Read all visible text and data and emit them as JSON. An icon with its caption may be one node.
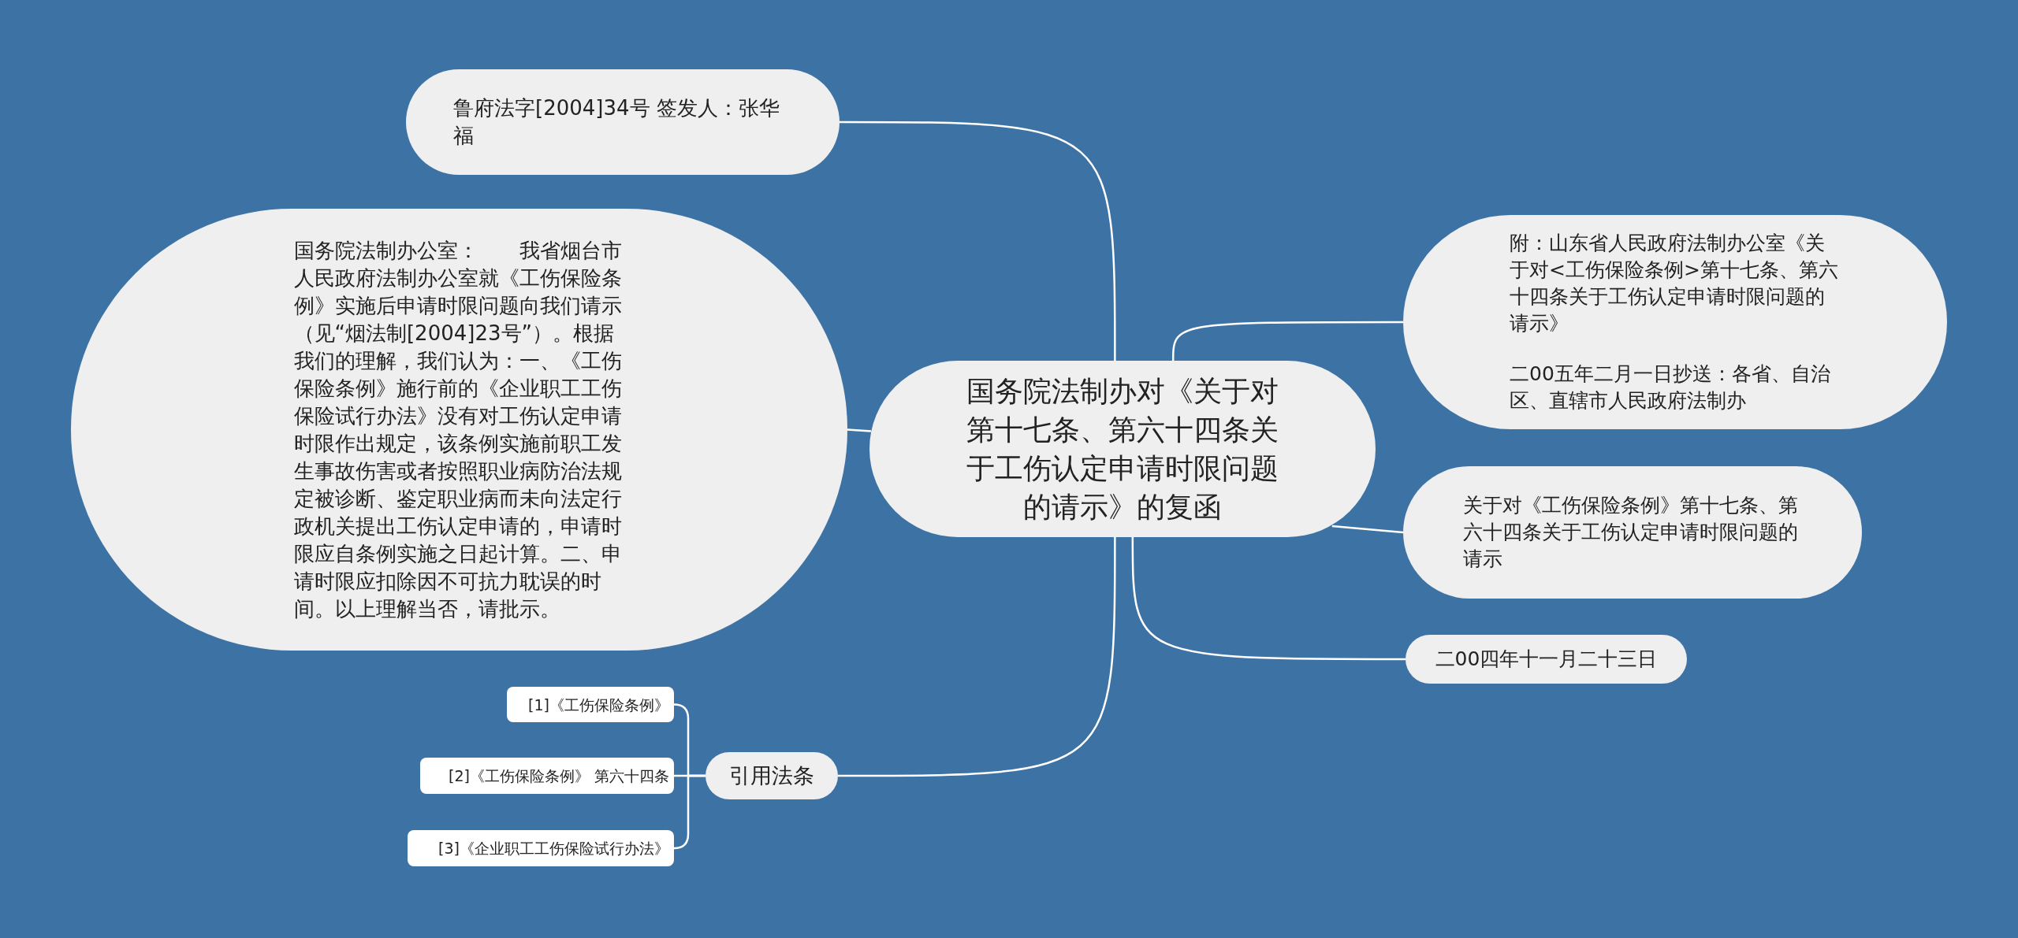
{
  "diagram": {
    "nodes": [
      {
        "text": [
          "国务院法制办对《关于对第十七条、第六十四条关于工伤认定申请时限问题的请示》的复函"
        ]
      },
      {
        "text": [
          "鲁府法字[2004]34号 签发人：张华福"
        ]
      },
      {
        "text": [
          "国务院法制办公室：　　我省烟台市人民政府法制办公室就《工伤保险条例》实施后申请时限问题向我们请示（见“烟法制[2004]23号”）。根据我们的理解，我们认为：一、《工伤保险条例》施行前的《企业职工工伤保险试行办法》没有对工伤认定申请时限作出规定，该条例实施前职工发生事故伤害或者按照职业病防治法规定被诊断、鉴定职业病而未向法定行政机关提出工伤认定申请的，申请时限应自条例实施之日起计算。二、申请时限应扣除因不可抗力耽误的时间。以上理解当否，请批示。"
        ]
      },
      {
        "text": [
          "附：山东省人民政府法制办公室《关于对<工伤保险条例>第十七条、第六十四条关于工伤认定申请时限问题的请示》",
          "二00五年二月一日抄送：各省、自治区、直辖市人民政府法制办"
        ]
      },
      {
        "text": [
          "关于对《工伤保险条例》第十七条、第六十四条关于工伤认定申请时限问题的请示"
        ]
      },
      {
        "text": [
          "二00四年十一月二十三日"
        ]
      },
      {
        "text": [
          "引用法条"
        ]
      },
      {
        "text": [
          "[1]《工伤保险条例》"
        ]
      },
      {
        "text": [
          "[2]《工伤保险条例》 第六十四条"
        ]
      },
      {
        "text": [
          "[3]《企业职工工伤保险试行办法》"
        ]
      }
    ],
    "edges": [
      {
        "from": 0,
        "to": 1,
        "arrow": "none"
      },
      {
        "from": 0,
        "to": 2,
        "arrow": "none"
      },
      {
        "from": 0,
        "to": 3,
        "arrow": "none"
      },
      {
        "from": 0,
        "to": 4,
        "arrow": "none"
      },
      {
        "from": 0,
        "to": 5,
        "arrow": "none"
      },
      {
        "from": 0,
        "to": 6,
        "arrow": "none"
      },
      {
        "from": 6,
        "to": 7,
        "arrow": "none"
      },
      {
        "from": 6,
        "to": 8,
        "arrow": "none"
      },
      {
        "from": 6,
        "to": 9,
        "arrow": "none"
      }
    ]
  }
}
